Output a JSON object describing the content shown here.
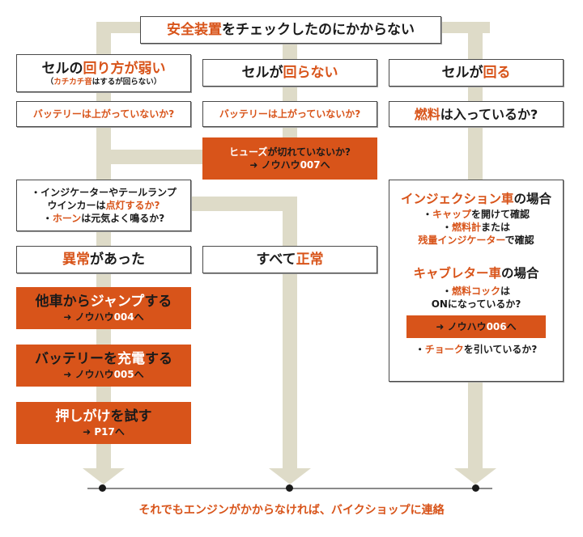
{
  "title": {
    "pre": "安全装置",
    "post": "をチェックしたのにかからない"
  },
  "columns": {
    "left": {
      "header": {
        "a": "セルの",
        "b": "回り方が弱い",
        "sub_open": "（",
        "sub_o": "カチカチ音",
        "sub_rest": "はするが回らない）"
      },
      "battery": "バッテリーは上がっていないか?",
      "lamp_check": {
        "line1": "・インジケーターやテールランプ",
        "line2_a": "ウインカーは",
        "line2_b": "点灯するか?",
        "line3_a": "・",
        "line3_b": "ホーン",
        "line3_c": "は元気よく鳴るか?"
      },
      "abnormal": {
        "a": "異常",
        "b": "があった"
      },
      "actions": [
        {
          "a": "他車から",
          "b": "ジャンプ",
          "c": "する",
          "ref_a": "➜ ノウハウ",
          "ref_b": "004",
          "ref_c": "へ"
        },
        {
          "a": "バッテリーを",
          "b": "充電",
          "c": "する",
          "ref_a": "➜ ノウハウ",
          "ref_b": "005",
          "ref_c": "へ"
        },
        {
          "a": "押しがけ",
          "b": "を試す",
          "c": "",
          "ref_a": "➜ ",
          "ref_b": "P17",
          "ref_c": "へ"
        }
      ]
    },
    "middle": {
      "header": {
        "a": "セルが",
        "b": "回",
        "c": "らない"
      },
      "battery": "バッテリーは上がっていないか?",
      "fuse": {
        "a": "ヒューズ",
        "b": "が切れていないか?",
        "ref_a": "➜ ノウハウ",
        "ref_b": "007",
        "ref_c": "へ"
      },
      "normal": {
        "a": "すべて",
        "b": "正常"
      }
    },
    "right": {
      "header": {
        "a": "セルが",
        "b": "回る"
      },
      "fuel": {
        "a": "燃料",
        "b": "は入っているか?"
      },
      "injection": {
        "title_a": "インジェクション車",
        "title_b": "の場合",
        "l1_a": "・",
        "l1_b": "キャップ",
        "l1_c": "を開けて確認",
        "l2_a": "・",
        "l2_b": "燃料計",
        "l2_c": "または",
        "l3_a": "残量インジケーター",
        "l3_b": "で確認"
      },
      "carburetor": {
        "title_a": "キャブレター車",
        "title_b": "の場合",
        "l1_a": "・",
        "l1_b": "燃料コック",
        "l1_c": "は",
        "l2": "ONになっているか?",
        "ref_a": "➜ ノウハウ",
        "ref_b": "006",
        "ref_c": "へ",
        "l3_a": "・",
        "l3_b": "チョーク",
        "l3_c": "を引いているか?"
      }
    }
  },
  "footer": "それでもエンジンがかからなければ、バイクショップに連絡",
  "colors": {
    "accent": "#d8541a",
    "connector": "#dedbc8",
    "text": "#1a1a1a"
  }
}
